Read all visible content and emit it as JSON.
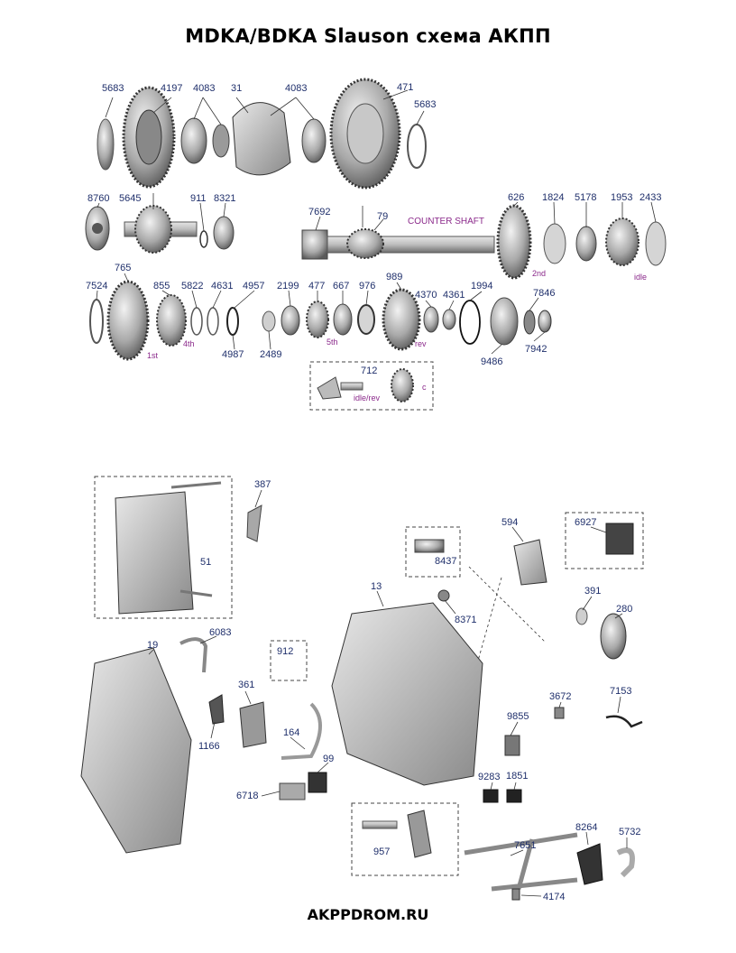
{
  "title": "MDKA/BDKA Slauson схема АКПП",
  "footer": "AKPPDROM.RU",
  "counter_shaft_label": "COUNTER SHAFT",
  "part_numbers": {
    "p5683a": "5683",
    "p4197": "4197",
    "p4083a": "4083",
    "p31": "31",
    "p4083b": "4083",
    "p471": "471",
    "p5683b": "5683",
    "p8760": "8760",
    "p5645": "5645",
    "p911": "911",
    "p8321": "8321",
    "p7692": "7692",
    "p79": "79",
    "p626": "626",
    "p1824": "1824",
    "p5178": "5178",
    "p1953": "1953",
    "p2433": "2433",
    "p7524": "7524",
    "p765": "765",
    "p855": "855",
    "p5822": "5822",
    "p4631": "4631",
    "p4957": "4957",
    "p4987": "4987",
    "p2199": "2199",
    "p2489": "2489",
    "p477": "477",
    "p667": "667",
    "p976": "976",
    "p989": "989",
    "p4370": "4370",
    "p4361": "4361",
    "p1994": "1994",
    "p7846": "7846",
    "p9486": "9486",
    "p7942": "7942",
    "p712": "712",
    "p387": "387",
    "p51": "51",
    "p594": "594",
    "p6927": "6927",
    "p8437": "8437",
    "p13": "13",
    "p8371": "8371",
    "p391": "391",
    "p280": "280",
    "p19": "19",
    "p6083": "6083",
    "p912": "912",
    "p361": "361",
    "p1166": "1166",
    "p164": "164",
    "p99": "99",
    "p6718": "6718",
    "p3672": "3672",
    "p7153": "7153",
    "p9855": "9855",
    "p9283": "9283",
    "p1851": "1851",
    "p957": "957",
    "p7651": "7651",
    "p8264": "8264",
    "p5732": "5732",
    "p4174": "4174"
  },
  "gear_labels": {
    "g1st": "1st",
    "g2nd": "2nd",
    "g4th": "4th",
    "g5th": "5th",
    "grev": "rev",
    "gidle": "idle",
    "gidlerev": "idle/rev",
    "gc": "c"
  }
}
